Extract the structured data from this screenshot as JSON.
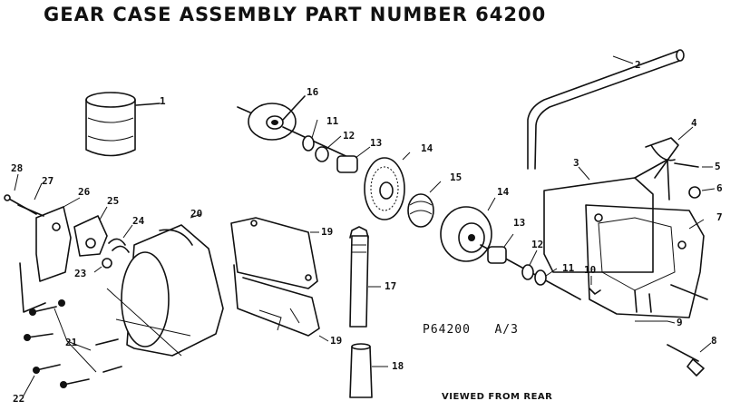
{
  "title": "GEAR CASE ASSEMBLY PART NUMBER 64200",
  "reference": "P64200   A/3",
  "caption": "VIEWED FROM REAR",
  "part_labels": {
    "p1": "1",
    "p2": "2",
    "p3": "3",
    "p4": "4",
    "p5": "5",
    "p6": "6",
    "p7": "7",
    "p8": "8",
    "p9": "9",
    "p10": "10",
    "p11a": "11",
    "p11b": "11",
    "p12a": "12",
    "p12b": "12",
    "p13a": "13",
    "p13b": "13",
    "p14a": "14",
    "p14b": "14",
    "p15": "15",
    "p16": "16",
    "p17": "17",
    "p18": "18",
    "p19a": "19",
    "p19b": "19",
    "p20": "20",
    "p21": "21",
    "p22": "22",
    "p23": "23",
    "p24": "24",
    "p25": "25",
    "p26": "26",
    "p27": "27",
    "p28": "28"
  }
}
